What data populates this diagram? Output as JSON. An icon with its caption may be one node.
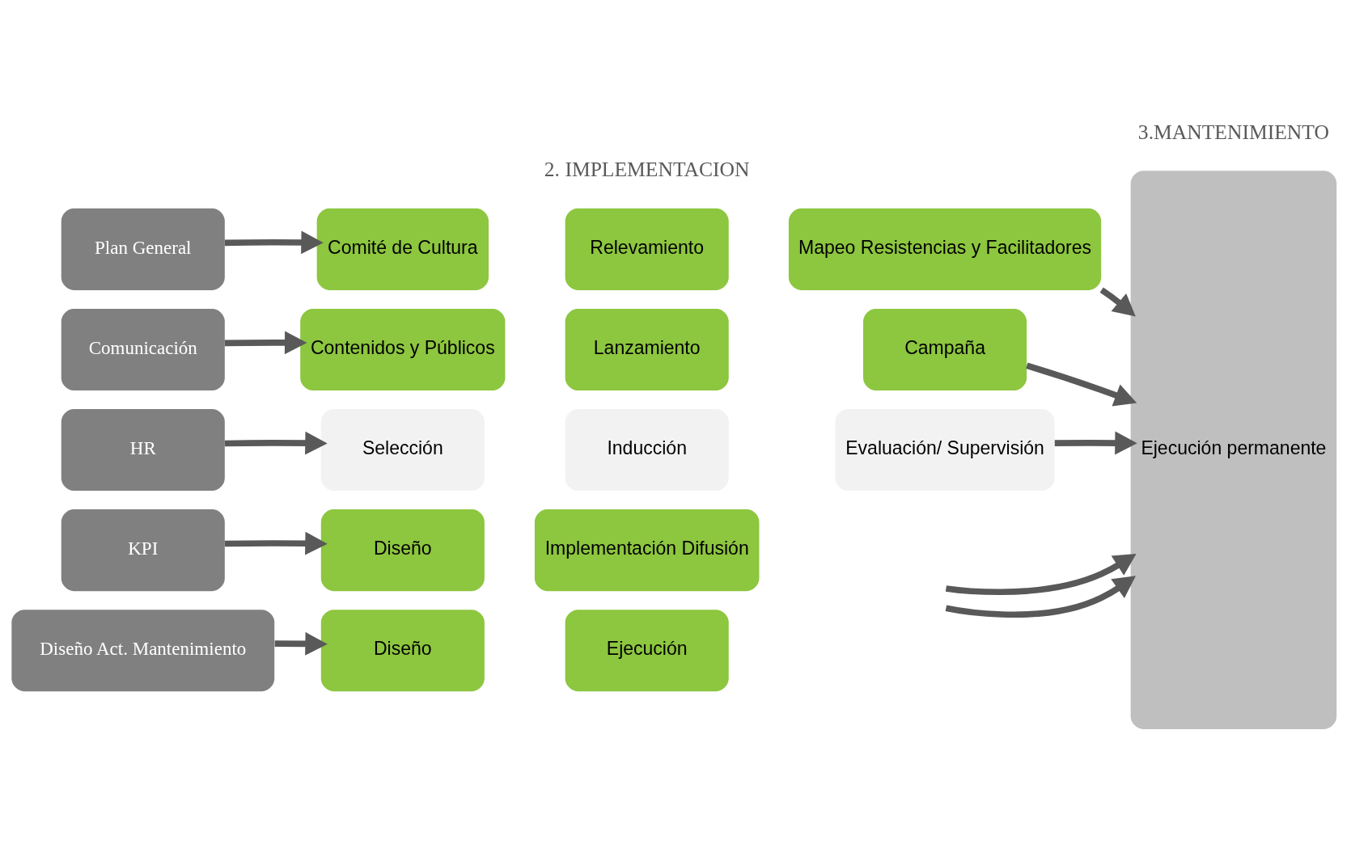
{
  "diagram": {
    "nodes": [
      {
        "text": [
          "Plan General"
        ]
      },
      {
        "text": [
          "Comité de Cultura"
        ]
      },
      {
        "text": [
          "Relevamiento"
        ]
      },
      {
        "text": [
          "Mapeo Resistencias y Facilitadores"
        ]
      },
      {
        "text": [
          "Comunicación"
        ]
      },
      {
        "text": [
          "Contenidos y Públicos"
        ]
      },
      {
        "text": [
          "Lanzamiento"
        ]
      },
      {
        "text": [
          "Campaña"
        ]
      },
      {
        "text": [
          "HR"
        ]
      },
      {
        "text": [
          "Selección"
        ]
      },
      {
        "text": [
          "Inducción"
        ]
      },
      {
        "text": [
          "Evaluación/ Supervisión"
        ]
      },
      {
        "text": [
          "KPI"
        ]
      },
      {
        "text": [
          "Diseño"
        ]
      },
      {
        "text": [
          "Implementación Difusión"
        ]
      },
      {
        "text": [
          "Diseño Act. Mantenimiento"
        ]
      },
      {
        "text": [
          "Diseño"
        ]
      },
      {
        "text": [
          "Ejecución"
        ]
      },
      {
        "text": [
          "Ejecución permanente"
        ]
      }
    ],
    "edges": [
      {
        "from": 0,
        "to": 1,
        "arrow": "to"
      },
      {
        "from": 3,
        "to": 18,
        "arrow": "to"
      },
      {
        "from": 4,
        "to": 5,
        "arrow": "to"
      },
      {
        "from": 7,
        "to": 18,
        "arrow": "to"
      },
      {
        "from": 8,
        "to": 9,
        "arrow": "to"
      },
      {
        "from": 11,
        "to": 18,
        "arrow": "to"
      },
      {
        "from": 12,
        "to": 13,
        "arrow": "to"
      },
      {
        "from": null,
        "to": 18,
        "arrow": "to"
      },
      {
        "from": 15,
        "to": 16,
        "arrow": "to"
      },
      {
        "from": null,
        "to": 18,
        "arrow": "to"
      }
    ],
    "labels": [
      "2. IMPLEMENTACION",
      "3.MANTENIMIENTO"
    ]
  }
}
